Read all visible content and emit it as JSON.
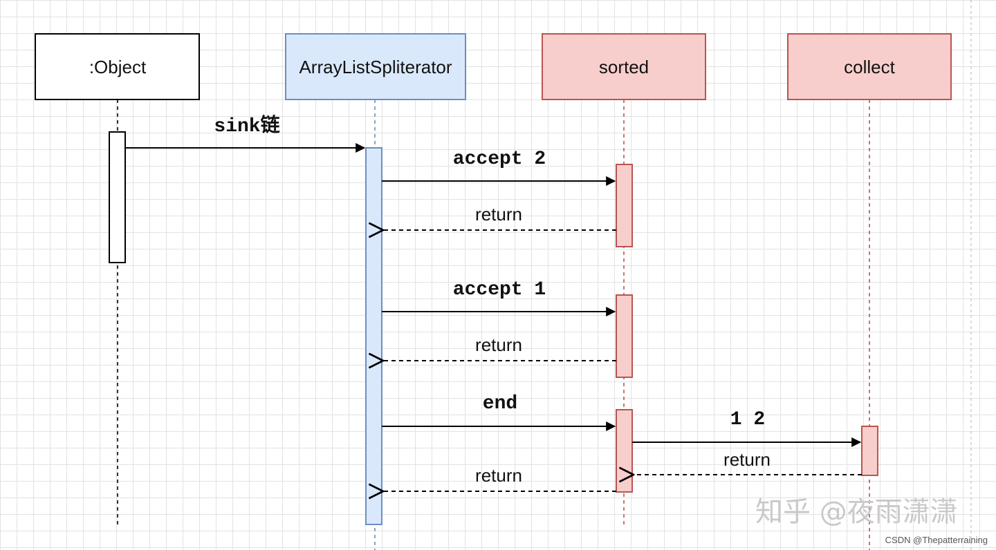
{
  "participants": [
    {
      "id": "object",
      "label": ":Object"
    },
    {
      "id": "spliterator",
      "label": "ArrayListSpliterator"
    },
    {
      "id": "sorted",
      "label": "sorted"
    },
    {
      "id": "collect",
      "label": "collect"
    }
  ],
  "messages": [
    {
      "id": "sink",
      "label": "sink链"
    },
    {
      "id": "accept2",
      "label": "accept 2"
    },
    {
      "id": "return1",
      "label": "return"
    },
    {
      "id": "accept1",
      "label": "accept 1"
    },
    {
      "id": "return2",
      "label": "return"
    },
    {
      "id": "end",
      "label": "end"
    },
    {
      "id": "one-two",
      "label": "1 2"
    },
    {
      "id": "return3",
      "label": "return"
    },
    {
      "id": "return4",
      "label": "return"
    }
  ],
  "watermark": "知乎 @夜雨潇潇",
  "credit": "CSDN @Thepatterraining",
  "colors": {
    "object_fill": "#ffffff",
    "object_stroke": "#000000",
    "blue_fill": "#dae8fc",
    "blue_stroke": "#6c8ebf",
    "red_fill": "#f8cecc",
    "red_stroke": "#b85450",
    "grid": "#e2e2e2"
  }
}
